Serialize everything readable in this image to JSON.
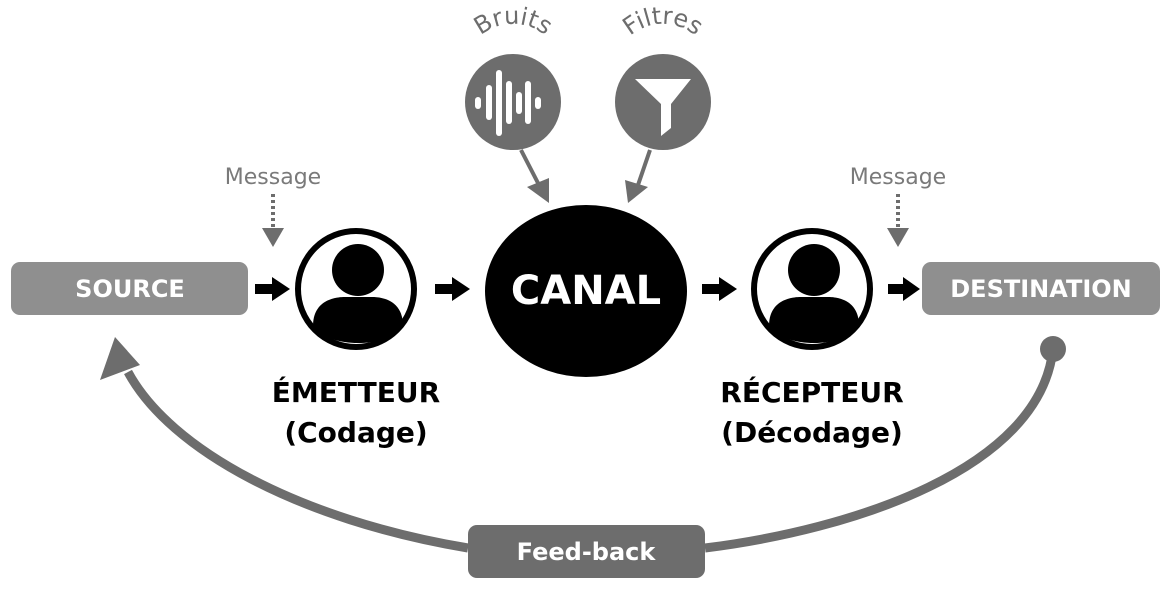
{
  "nodes": {
    "source": "SOURCE",
    "destination": "DESTINATION",
    "canal": "CANAL",
    "emitter": {
      "title": "ÉMETTEUR",
      "subtitle": "(Codage)"
    },
    "receiver": {
      "title": "RÉCEPTEUR",
      "subtitle": "(Décodage)"
    },
    "noise": {
      "label": "Bruits",
      "icon": "sound-wave-icon"
    },
    "filters": {
      "label": "Filtres",
      "icon": "funnel-icon"
    },
    "feedback": "Feed-back"
  },
  "messages": {
    "left": "Message",
    "right": "Message"
  },
  "colors": {
    "box": "#8f8f8f",
    "dark_gray": "#6d6d6d",
    "black": "#000000",
    "message": "#7a7a7a"
  }
}
